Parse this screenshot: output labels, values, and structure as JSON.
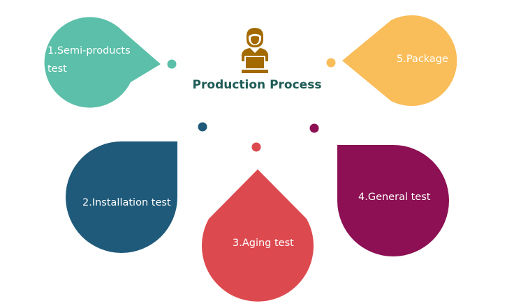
{
  "title": "Production Process",
  "steps": [
    {
      "label": "1.Semi-products test",
      "color": "#5bbfa9"
    },
    {
      "label": "2.Installation test",
      "color": "#1f5a7a"
    },
    {
      "label": "3.Aging test",
      "color": "#dc4a4f"
    },
    {
      "label": "4.General test",
      "color": "#8c1053"
    },
    {
      "label": "5.Package",
      "color": "#f9bd5a"
    }
  ],
  "icon": {
    "name": "worker-laptop-icon",
    "color": "#a36a00"
  }
}
